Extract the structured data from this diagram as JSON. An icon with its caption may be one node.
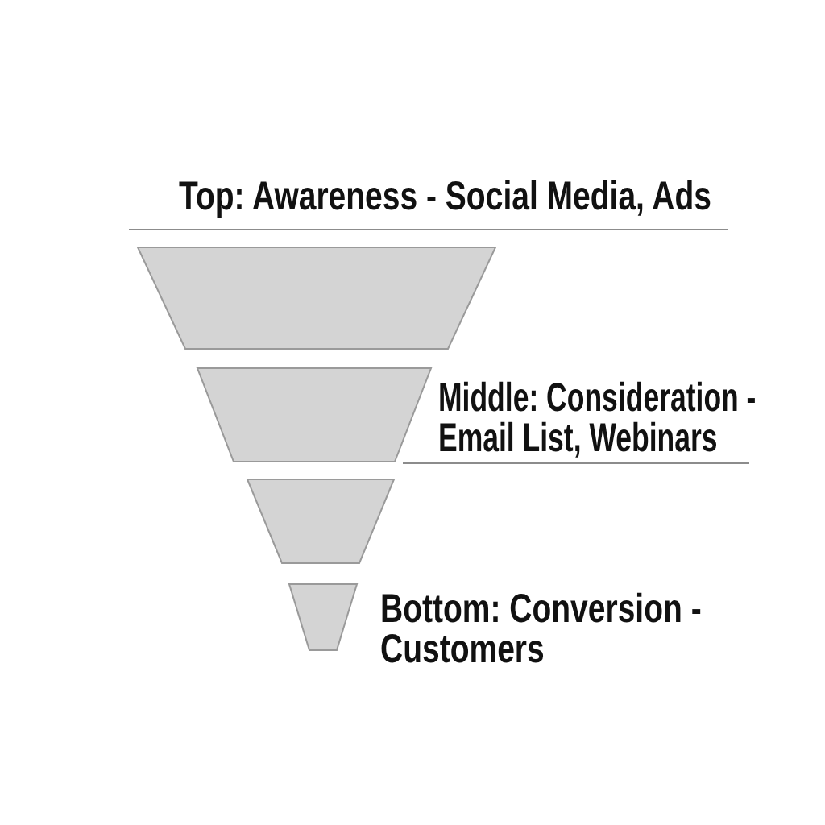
{
  "diagram": {
    "nodes": [
      {
        "text": [],
        "shape": "trapezoid",
        "beside": [
          "Top: Awareness - Social Media, Ads"
        ]
      },
      {
        "text": [],
        "shape": "trapezoid",
        "beside": [
          "Middle: Consideration - Email List, Webinars"
        ]
      },
      {
        "text": [],
        "shape": "trapezoid"
      },
      {
        "text": [],
        "shape": "trapezoid",
        "beside": [
          "Bottom: Conversion - Customers"
        ]
      }
    ]
  }
}
